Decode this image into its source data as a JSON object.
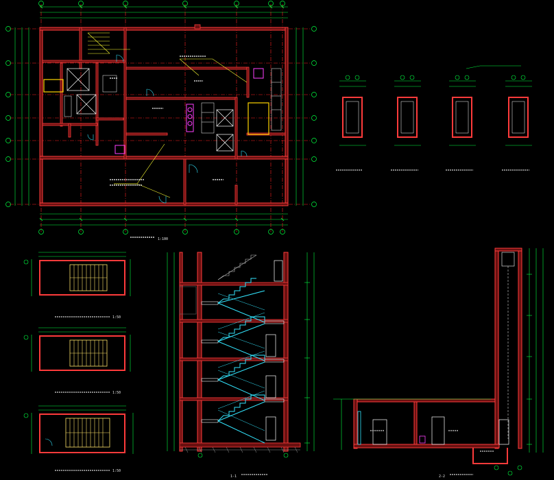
{
  "drawing": {
    "background": "#000000",
    "colors": {
      "wall": "#ff3b3b",
      "wall_fill": "#6a1010",
      "axis": "#ff2020",
      "dimension": "#00ff40",
      "stair": "#33e6ff",
      "stair_plan": "#ffe46a",
      "outline": "#ffffff",
      "fixture": "#ff40ff",
      "annotation": "#ffff33"
    },
    "labels": {
      "plan_title": "1:100",
      "section_main_title": "1-1",
      "section_side_title": "2-2",
      "stair_plan_1_title": "1:50",
      "stair_plan_2_title": "1:50",
      "stair_plan_3_title": "1:50"
    }
  }
}
